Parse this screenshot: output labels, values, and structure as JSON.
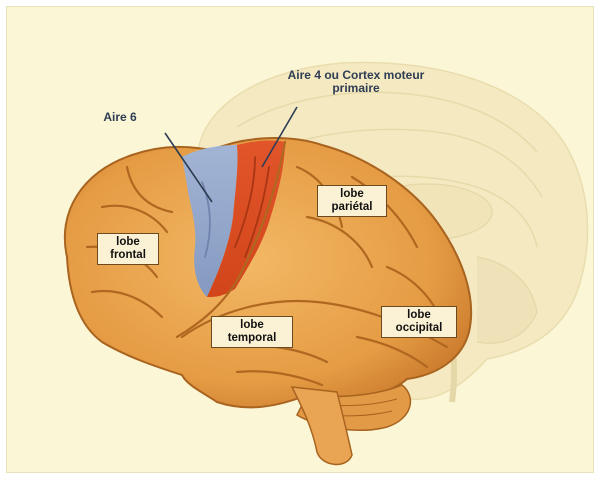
{
  "labels": {
    "aire6": "Aire 6",
    "aire4": "Aire 4 ou Cortex moteur primaire",
    "frontal": "lobe frontal",
    "parietal": "lobe pariétal",
    "temporal": "lobe temporal",
    "occipital": "lobe occipital"
  },
  "colors": {
    "background": "#fbf6d6",
    "brain": "#e8a24a",
    "brain_shadow": "#b96d22",
    "ghost_brain": "#eee1b8",
    "aire6": "#8fa8d0",
    "aire4": "#dd4f21",
    "label_text": "#2e3d54"
  }
}
